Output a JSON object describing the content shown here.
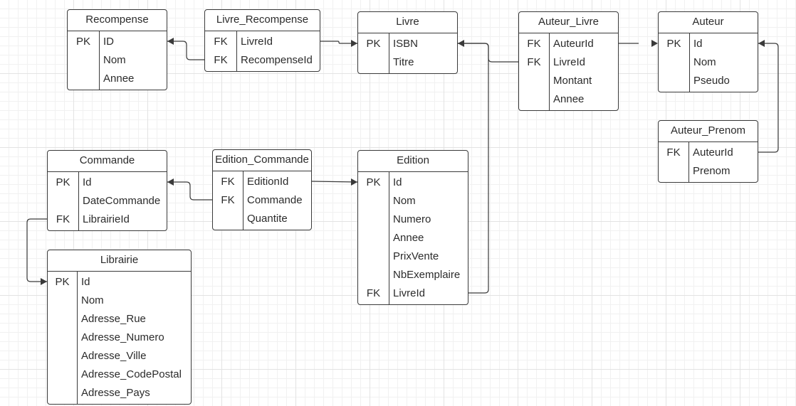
{
  "diagram": {
    "type": "entity-relationship",
    "colors": {
      "border": "#3a3a3a",
      "text": "#2b2b2b",
      "line": "#3a3a3a",
      "background": "#ffffff",
      "grid": "#e3e3e3"
    },
    "entities": [
      {
        "id": "recompense",
        "title": "Recompense",
        "rows": [
          {
            "key": "PK",
            "name": "ID"
          },
          {
            "key": "",
            "name": "Nom"
          },
          {
            "key": "",
            "name": "Annee"
          }
        ]
      },
      {
        "id": "livre_recompense",
        "title": "Livre_Recompense",
        "rows": [
          {
            "key": "FK",
            "name": "LivreId"
          },
          {
            "key": "FK",
            "name": "RecompenseId"
          }
        ]
      },
      {
        "id": "livre",
        "title": "Livre",
        "rows": [
          {
            "key": "PK",
            "name": "ISBN"
          },
          {
            "key": "",
            "name": "Titre"
          }
        ]
      },
      {
        "id": "auteur_livre",
        "title": "Auteur_Livre",
        "rows": [
          {
            "key": "FK",
            "name": "AuteurId"
          },
          {
            "key": "FK",
            "name": "LivreId"
          },
          {
            "key": "",
            "name": "Montant"
          },
          {
            "key": "",
            "name": "Annee"
          }
        ]
      },
      {
        "id": "auteur",
        "title": "Auteur",
        "rows": [
          {
            "key": "PK",
            "name": "Id"
          },
          {
            "key": "",
            "name": "Nom"
          },
          {
            "key": "",
            "name": "Pseudo"
          }
        ]
      },
      {
        "id": "auteur_prenom",
        "title": "Auteur_Prenom",
        "rows": [
          {
            "key": "FK",
            "name": "AuteurId"
          },
          {
            "key": "",
            "name": "Prenom"
          }
        ]
      },
      {
        "id": "commande",
        "title": "Commande",
        "rows": [
          {
            "key": "PK",
            "name": "Id"
          },
          {
            "key": "",
            "name": "DateCommande"
          },
          {
            "key": "FK",
            "name": "LibrairieId"
          }
        ]
      },
      {
        "id": "edition_commande",
        "title": "Edition_Commande",
        "rows": [
          {
            "key": "FK",
            "name": "EditionId"
          },
          {
            "key": "FK",
            "name": "Commande"
          },
          {
            "key": "",
            "name": "Quantite"
          }
        ]
      },
      {
        "id": "edition",
        "title": "Edition",
        "rows": [
          {
            "key": "PK",
            "name": "Id"
          },
          {
            "key": "",
            "name": "Nom"
          },
          {
            "key": "",
            "name": "Numero"
          },
          {
            "key": "",
            "name": "Annee"
          },
          {
            "key": "",
            "name": "PrixVente"
          },
          {
            "key": "",
            "name": "NbExemplaire"
          },
          {
            "key": "FK",
            "name": "LivreId"
          }
        ]
      },
      {
        "id": "librairie",
        "title": "Librairie",
        "rows": [
          {
            "key": "PK",
            "name": "Id"
          },
          {
            "key": "",
            "name": "Nom"
          },
          {
            "key": "",
            "name": "Adresse_Rue"
          },
          {
            "key": "",
            "name": "Adresse_Numero"
          },
          {
            "key": "",
            "name": "Adresse_Ville"
          },
          {
            "key": "",
            "name": "Adresse_CodePostal"
          },
          {
            "key": "",
            "name": "Adresse_Pays"
          }
        ]
      }
    ],
    "relationships": [
      {
        "from": "livre_recompense.RecompenseId",
        "to": "recompense.ID"
      },
      {
        "from": "livre_recompense.LivreId",
        "to": "livre.ISBN"
      },
      {
        "from": "auteur_livre.LivreId",
        "to": "livre.ISBN"
      },
      {
        "from": "auteur_livre.AuteurId",
        "to": "auteur.Id"
      },
      {
        "from": "auteur_prenom.AuteurId",
        "to": "auteur.Id"
      },
      {
        "from": "edition.LivreId",
        "to": "livre.ISBN"
      },
      {
        "from": "edition_commande.Commande",
        "to": "commande.Id"
      },
      {
        "from": "edition_commande.EditionId",
        "to": "edition.Id"
      },
      {
        "from": "commande.LibrairieId",
        "to": "librairie.Id"
      }
    ]
  }
}
